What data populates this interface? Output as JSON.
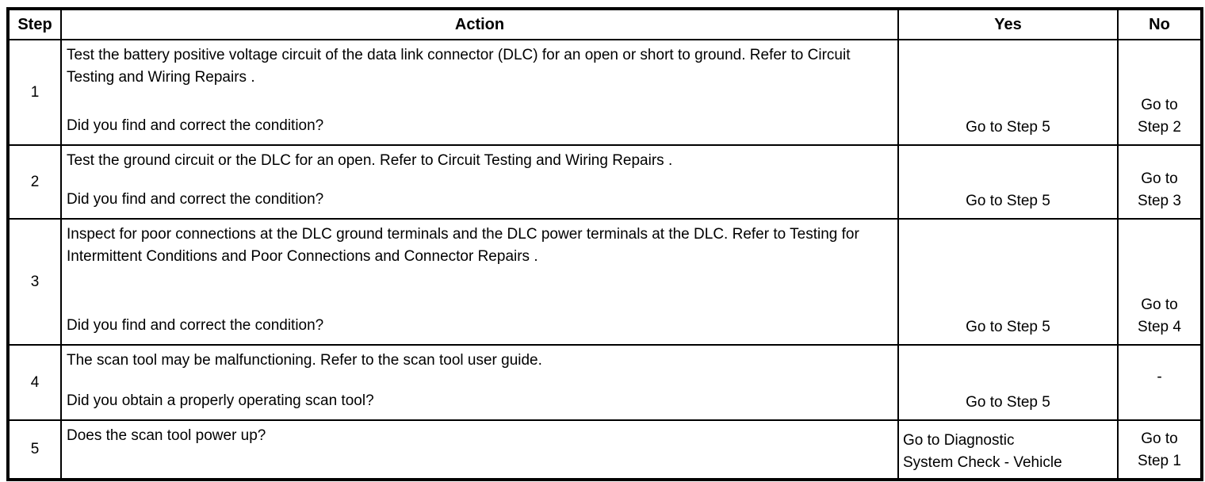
{
  "colors": {
    "background": "#ffffff",
    "border": "#000000",
    "text": "#000000"
  },
  "table": {
    "headers": {
      "step": "Step",
      "action": "Action",
      "yes": "Yes",
      "no": "No"
    },
    "rows": [
      {
        "step": "1",
        "action": "Test the battery positive voltage circuit of the data link connector (DLC) for an open or short to ground. Refer to Circuit Testing and Wiring Repairs .",
        "question": "Did you find and correct the condition?",
        "yes": "Go to Step 5",
        "no": [
          "Go to",
          "Step 2"
        ]
      },
      {
        "step": "2",
        "action": "Test the ground circuit or the DLC for an open. Refer to Circuit Testing and Wiring Repairs .",
        "question": "Did you find and correct the condition?",
        "yes": "Go to Step 5",
        "no": [
          "Go to",
          "Step 3"
        ]
      },
      {
        "step": "3",
        "action": "Inspect for poor connections at the DLC ground terminals and the DLC power terminals at the DLC. Refer to Testing for Intermittent Conditions and Poor Connections and Connector Repairs .",
        "question": "Did you find and correct the condition?",
        "yes": "Go to Step 5",
        "no": [
          "Go to",
          "Step 4"
        ]
      },
      {
        "step": "4",
        "action": "The scan tool may be malfunctioning. Refer to the scan tool user guide.",
        "question": "Did you obtain a properly operating scan tool?",
        "yes": "Go to Step 5",
        "no": "-"
      },
      {
        "step": "5",
        "action": "Does the scan tool power up?",
        "question": "",
        "yes": [
          "Go to Diagnostic",
          "System Check - Vehicle"
        ],
        "no": [
          "Go to",
          "Step 1"
        ]
      }
    ]
  }
}
